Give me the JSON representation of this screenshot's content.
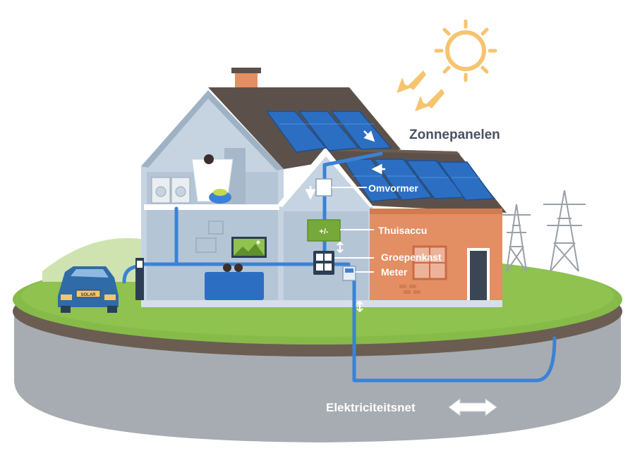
{
  "labels": {
    "solar_panels": "Zonnepanelen",
    "inverter": "Omvormer",
    "home_battery": "Thuisaccu",
    "fuse_box": "Groepenkast",
    "meter": "Meter",
    "grid": "Elektriciteitsnet"
  },
  "battery_symbol": "+/-",
  "plate_text": "SOLAR",
  "colors": {
    "cable": "#3b82d6",
    "label_dark": "#4a5160",
    "label_light": "#ffffff",
    "sun": "#f6c46e",
    "grass": "#86bb4a",
    "brick": "#e48e63",
    "panel": "#2c6fc2",
    "roof": "#5c514a",
    "house_wall": "#b9c9d8",
    "car": "#2f6ba7"
  },
  "icons": [
    "sun-icon",
    "arrow-icon",
    "washing-machine-icon",
    "tv-icon",
    "car-icon",
    "power-pylon-icon",
    "double-arrow-icon"
  ]
}
